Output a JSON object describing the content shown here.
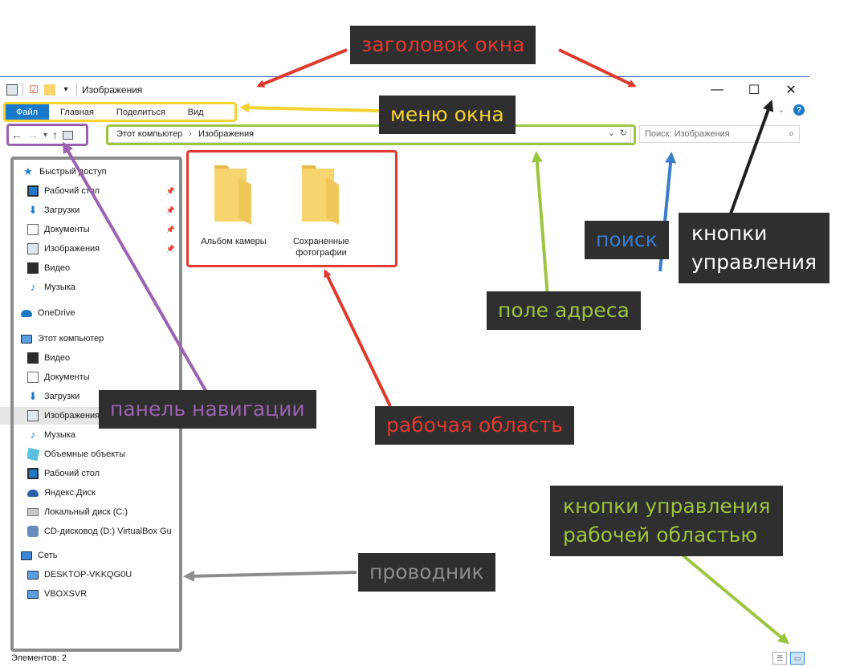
{
  "window": {
    "title": "Изображения",
    "controls": {
      "minimize": "—",
      "maximize": "☐",
      "close": "✕"
    }
  },
  "ribbon": {
    "tabs": [
      "Файл",
      "Главная",
      "Поделиться",
      "Вид"
    ],
    "help": "?"
  },
  "address": {
    "crumbs": [
      "Этот компьютер",
      "Изображения"
    ],
    "separator": "›"
  },
  "search": {
    "placeholder": "Поиск: Изображения"
  },
  "nav": {
    "quick_access": "Быстрый доступ",
    "quick_items": [
      "Рабочий стол",
      "Загрузки",
      "Документы",
      "Изображения",
      "Видео",
      "Музыка"
    ],
    "onedrive": "OneDrive",
    "this_pc": "Этот компьютер",
    "pc_items": [
      "Видео",
      "Документы",
      "Загрузки",
      "Изображения",
      "Музыка",
      "Объемные объекты",
      "Рабочий стол",
      "Яндекс.Диск",
      "Локальный диск (C:)",
      "CD-дисковод (D:) VirtualBox Gu"
    ],
    "network": "Сеть",
    "network_items": [
      "DESKTOP-VKKQG0U",
      "VBOXSVR"
    ]
  },
  "content": {
    "folders": [
      "Альбом камеры",
      "Сохраненные фотографии"
    ]
  },
  "status": {
    "items": "Элементов: 2"
  },
  "annotations": {
    "title_bar": "заголовок окна",
    "window_menu": "меню окна",
    "controls": "кнопки\nуправления",
    "search": "поиск",
    "address_field": "поле адреса",
    "nav_pane": "панель навигации",
    "work_area": "рабочая область",
    "explorer": "проводник",
    "view_buttons": "кнопки управления\nрабочей областью"
  },
  "colors": {
    "red": "#e03a2f",
    "yellow": "#f5d231",
    "green": "#9cc43e",
    "blue": "#3a7cc9",
    "purple": "#9a62b0",
    "gray": "#8c8c8c",
    "black": "#1f1f1f",
    "white": "#ffffff",
    "accent": "#1979ca",
    "folder": "#f6d46e"
  }
}
